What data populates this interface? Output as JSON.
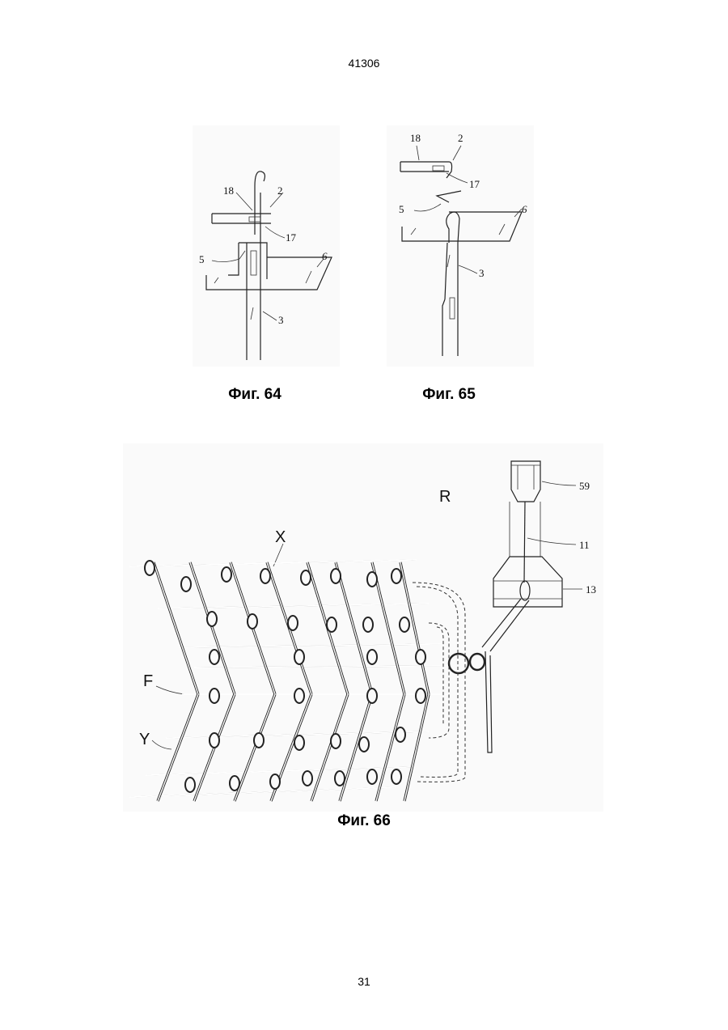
{
  "page": {
    "document_number": "41306",
    "page_number": "31"
  },
  "figures": [
    {
      "caption": "Фиг. 64",
      "labels": [
        "18",
        "2",
        "17",
        "5",
        "6",
        "3"
      ]
    },
    {
      "caption": "Фиг. 65",
      "labels": [
        "18",
        "2",
        "17",
        "5",
        "6",
        "3"
      ]
    },
    {
      "caption": "Фиг. 66",
      "labels": [
        "59",
        "R",
        "11",
        "X",
        "13",
        "F",
        "Y"
      ]
    }
  ]
}
